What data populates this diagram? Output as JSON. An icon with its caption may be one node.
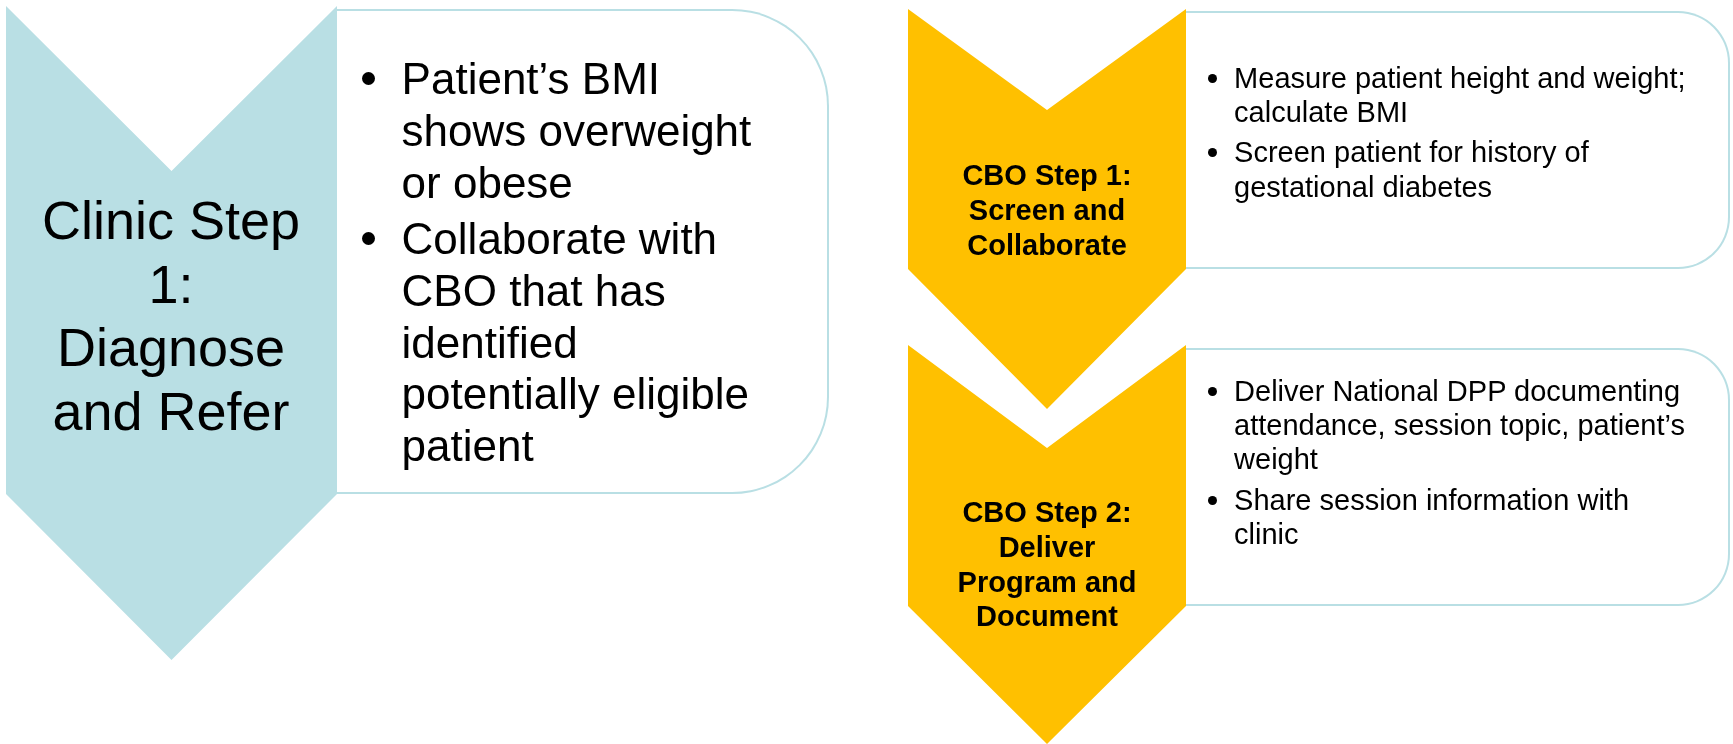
{
  "diagram": {
    "nodes": [
      {
        "text": [
          "Clinic Step 1: Diagnose and Refer"
        ]
      },
      {
        "text": [
          "Patient’s BMI shows overweight or obese",
          "Collaborate with CBO that has identified potentially eligible patient"
        ]
      },
      {
        "text": [
          "CBO Step 1: Screen and Collaborate"
        ]
      },
      {
        "text": [
          "Measure patient height and weight; calculate BMI",
          "Screen patient for history of gestational diabetes"
        ]
      },
      {
        "text": [
          "CBO Step 2: Deliver Program and Document"
        ]
      },
      {
        "text": [
          "Deliver National DPP documenting attendance, session topic, patient’s weight",
          "Share session information with clinic"
        ]
      }
    ],
    "edges": []
  }
}
